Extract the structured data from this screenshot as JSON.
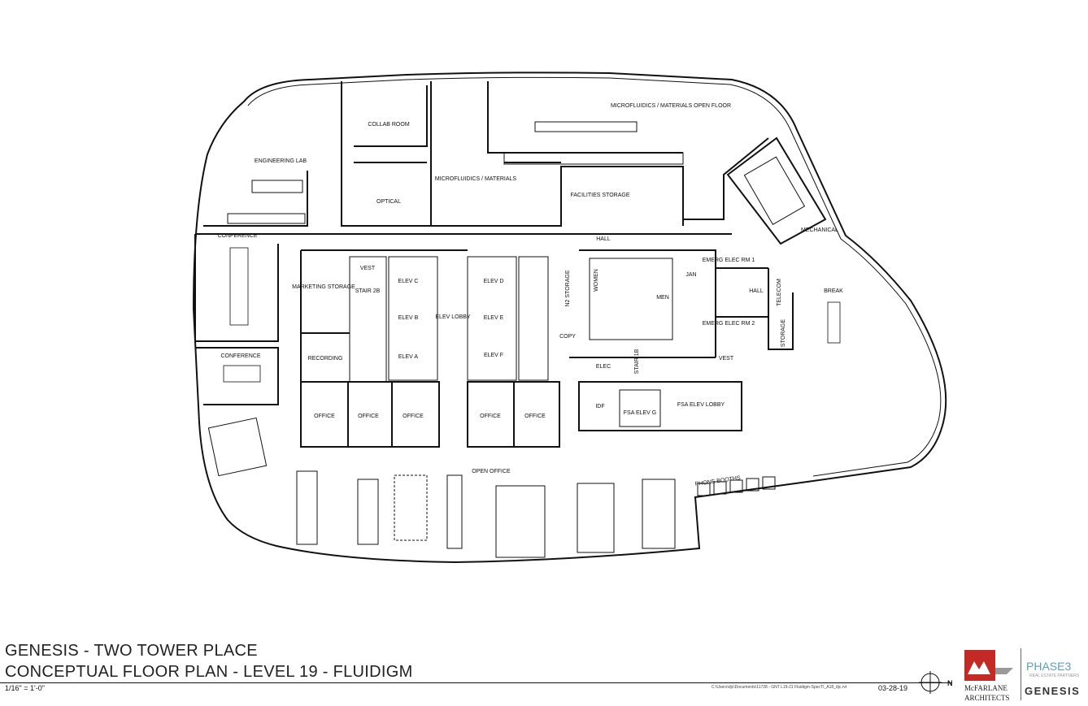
{
  "title": {
    "line1": "GENESIS - TWO TOWER PLACE",
    "line2": "CONCEPTUAL FLOOR PLAN - LEVEL 19 - FLUIDIGM",
    "scale": "1/16\" = 1'-0\"",
    "date": "03-28-19",
    "file_path": "C:\\Users\\djc\\Documents\\11728 - GNT L19-21 Fluidigm-SpecTI_A18_djc.rvt",
    "north": "N"
  },
  "branding": {
    "firm_line1": "McFARLANE",
    "firm_line2": "ARCHITECTS",
    "phase": "PHASE3",
    "phase_sub": "REAL ESTATE PARTNERS",
    "client": "GENESIS"
  },
  "rooms": {
    "collab_room": "COLLAB ROOM",
    "microfluidics_open": "MICROFLUIDICS / MATERIALS OPEN FLOOR",
    "engineering_lab": "ENGINEERING LAB",
    "microfluidics_materials": "MICROFLUIDICS / MATERIALS",
    "optical": "OPTICAL",
    "facilities_storage": "FACILITIES STORAGE",
    "mechanical": "MECHANICAL",
    "hall_north": "HALL",
    "conference_a": "CONFERENCE",
    "conference_b": "CONFERENCE",
    "marketing_storage": "MARKETING STORAGE",
    "recording": "RECORDING",
    "vest_west": "VEST",
    "stair_2b": "STAIR 2B",
    "elev_c": "ELEV C",
    "elev_b": "ELEV B",
    "elev_a": "ELEV A",
    "elev_lobby": "ELEV LOBBY",
    "elev_d": "ELEV D",
    "elev_e": "ELEV E",
    "elev_f": "ELEV F",
    "n2_storage": "N2 STORAGE",
    "copy": "COPY",
    "women": "WOMEN",
    "men": "MEN",
    "jan": "JAN",
    "emerg_elec_1": "EMERG ELEC RM 1",
    "emerg_elec_2": "EMERG ELEC RM 2",
    "hall_east": "HALL",
    "telecom": "TELECOM",
    "storage_east": "STORAGE",
    "break": "BREAK",
    "vest_east": "VEST",
    "elec": "ELEC",
    "stair_1b": "STAIR 1B",
    "idf": "IDF",
    "fsa_elev_g": "FSA ELEV G",
    "fsa_elev_lobby": "FSA ELEV LOBBY",
    "office_1": "OFFICE",
    "office_2": "OFFICE",
    "office_3": "OFFICE",
    "office_4": "OFFICE",
    "office_5": "OFFICE",
    "open_office": "OPEN OFFICE",
    "phone_booths": "PHONE BOOTHS"
  }
}
